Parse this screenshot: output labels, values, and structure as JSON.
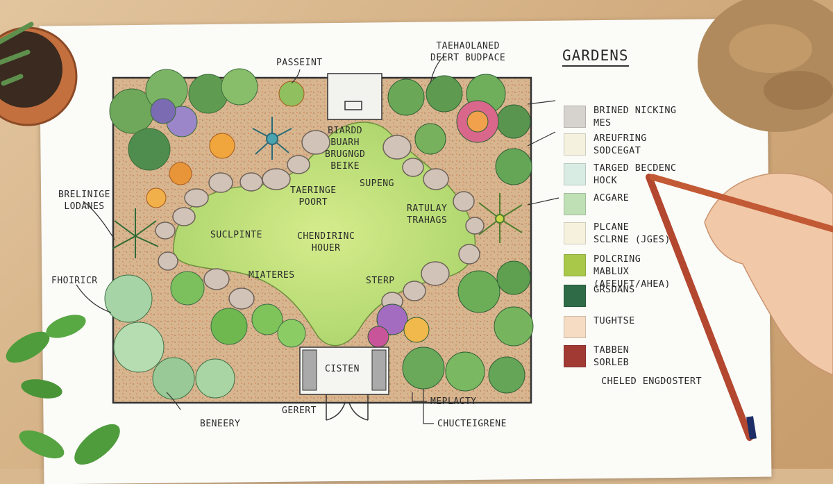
{
  "legend": {
    "title": "GARDENS",
    "items": [
      {
        "label": "BRINED NICKING\nMES",
        "color": "#d6d3ce"
      },
      {
        "label": "AREUFRING\nSODCEGAT",
        "color": "#f4f1de"
      },
      {
        "label": "TARGED BECDENC\nHOCK",
        "color": "#d9ece4"
      },
      {
        "label": "ACGARE",
        "color": "#bfe0b5"
      },
      {
        "label": "PLCANE\nSCLRNE (JGES)",
        "color": "#f6f1dc"
      },
      {
        "label": "POLCRING\nMABLUX\n(AFEUFT/AHEA)",
        "color": "#a9c84a"
      },
      {
        "label": "GRSDANS",
        "color": "#2f6b46"
      },
      {
        "label": "TUGHTSE",
        "color": "#f5dcc3"
      },
      {
        "label": "TABBEN\nSORLEB",
        "color": "#a23a34"
      }
    ],
    "footer": "CHELED ENGDOSTERT"
  },
  "plan_labels": {
    "top_center": "PASSEINT",
    "top_right": "TAEHAOLANED\nDEERT BUDPACE",
    "left_1": "BRELINIGE\nLODANES",
    "left_2": "FHOIRICR",
    "center_1": "BIARDD\nBUARH\nBRUGNGD\nBEIKE",
    "center_2": "TAERINGE\nPOORT",
    "center_3": "SUPENG",
    "center_4": "SUCLPINTE",
    "center_5": "CHENDIRINC\nHOUER",
    "center_6": "RATULAY\nTRAHAGS",
    "center_7": "MIATERES",
    "center_8": "STERP",
    "gate": "CISTEN",
    "bottom_left": "BENEERY",
    "bottom_center": "GERERT",
    "bottom_right_1": "MEPLACTY",
    "bottom_right_2": "CHUCTEIGRENE"
  }
}
